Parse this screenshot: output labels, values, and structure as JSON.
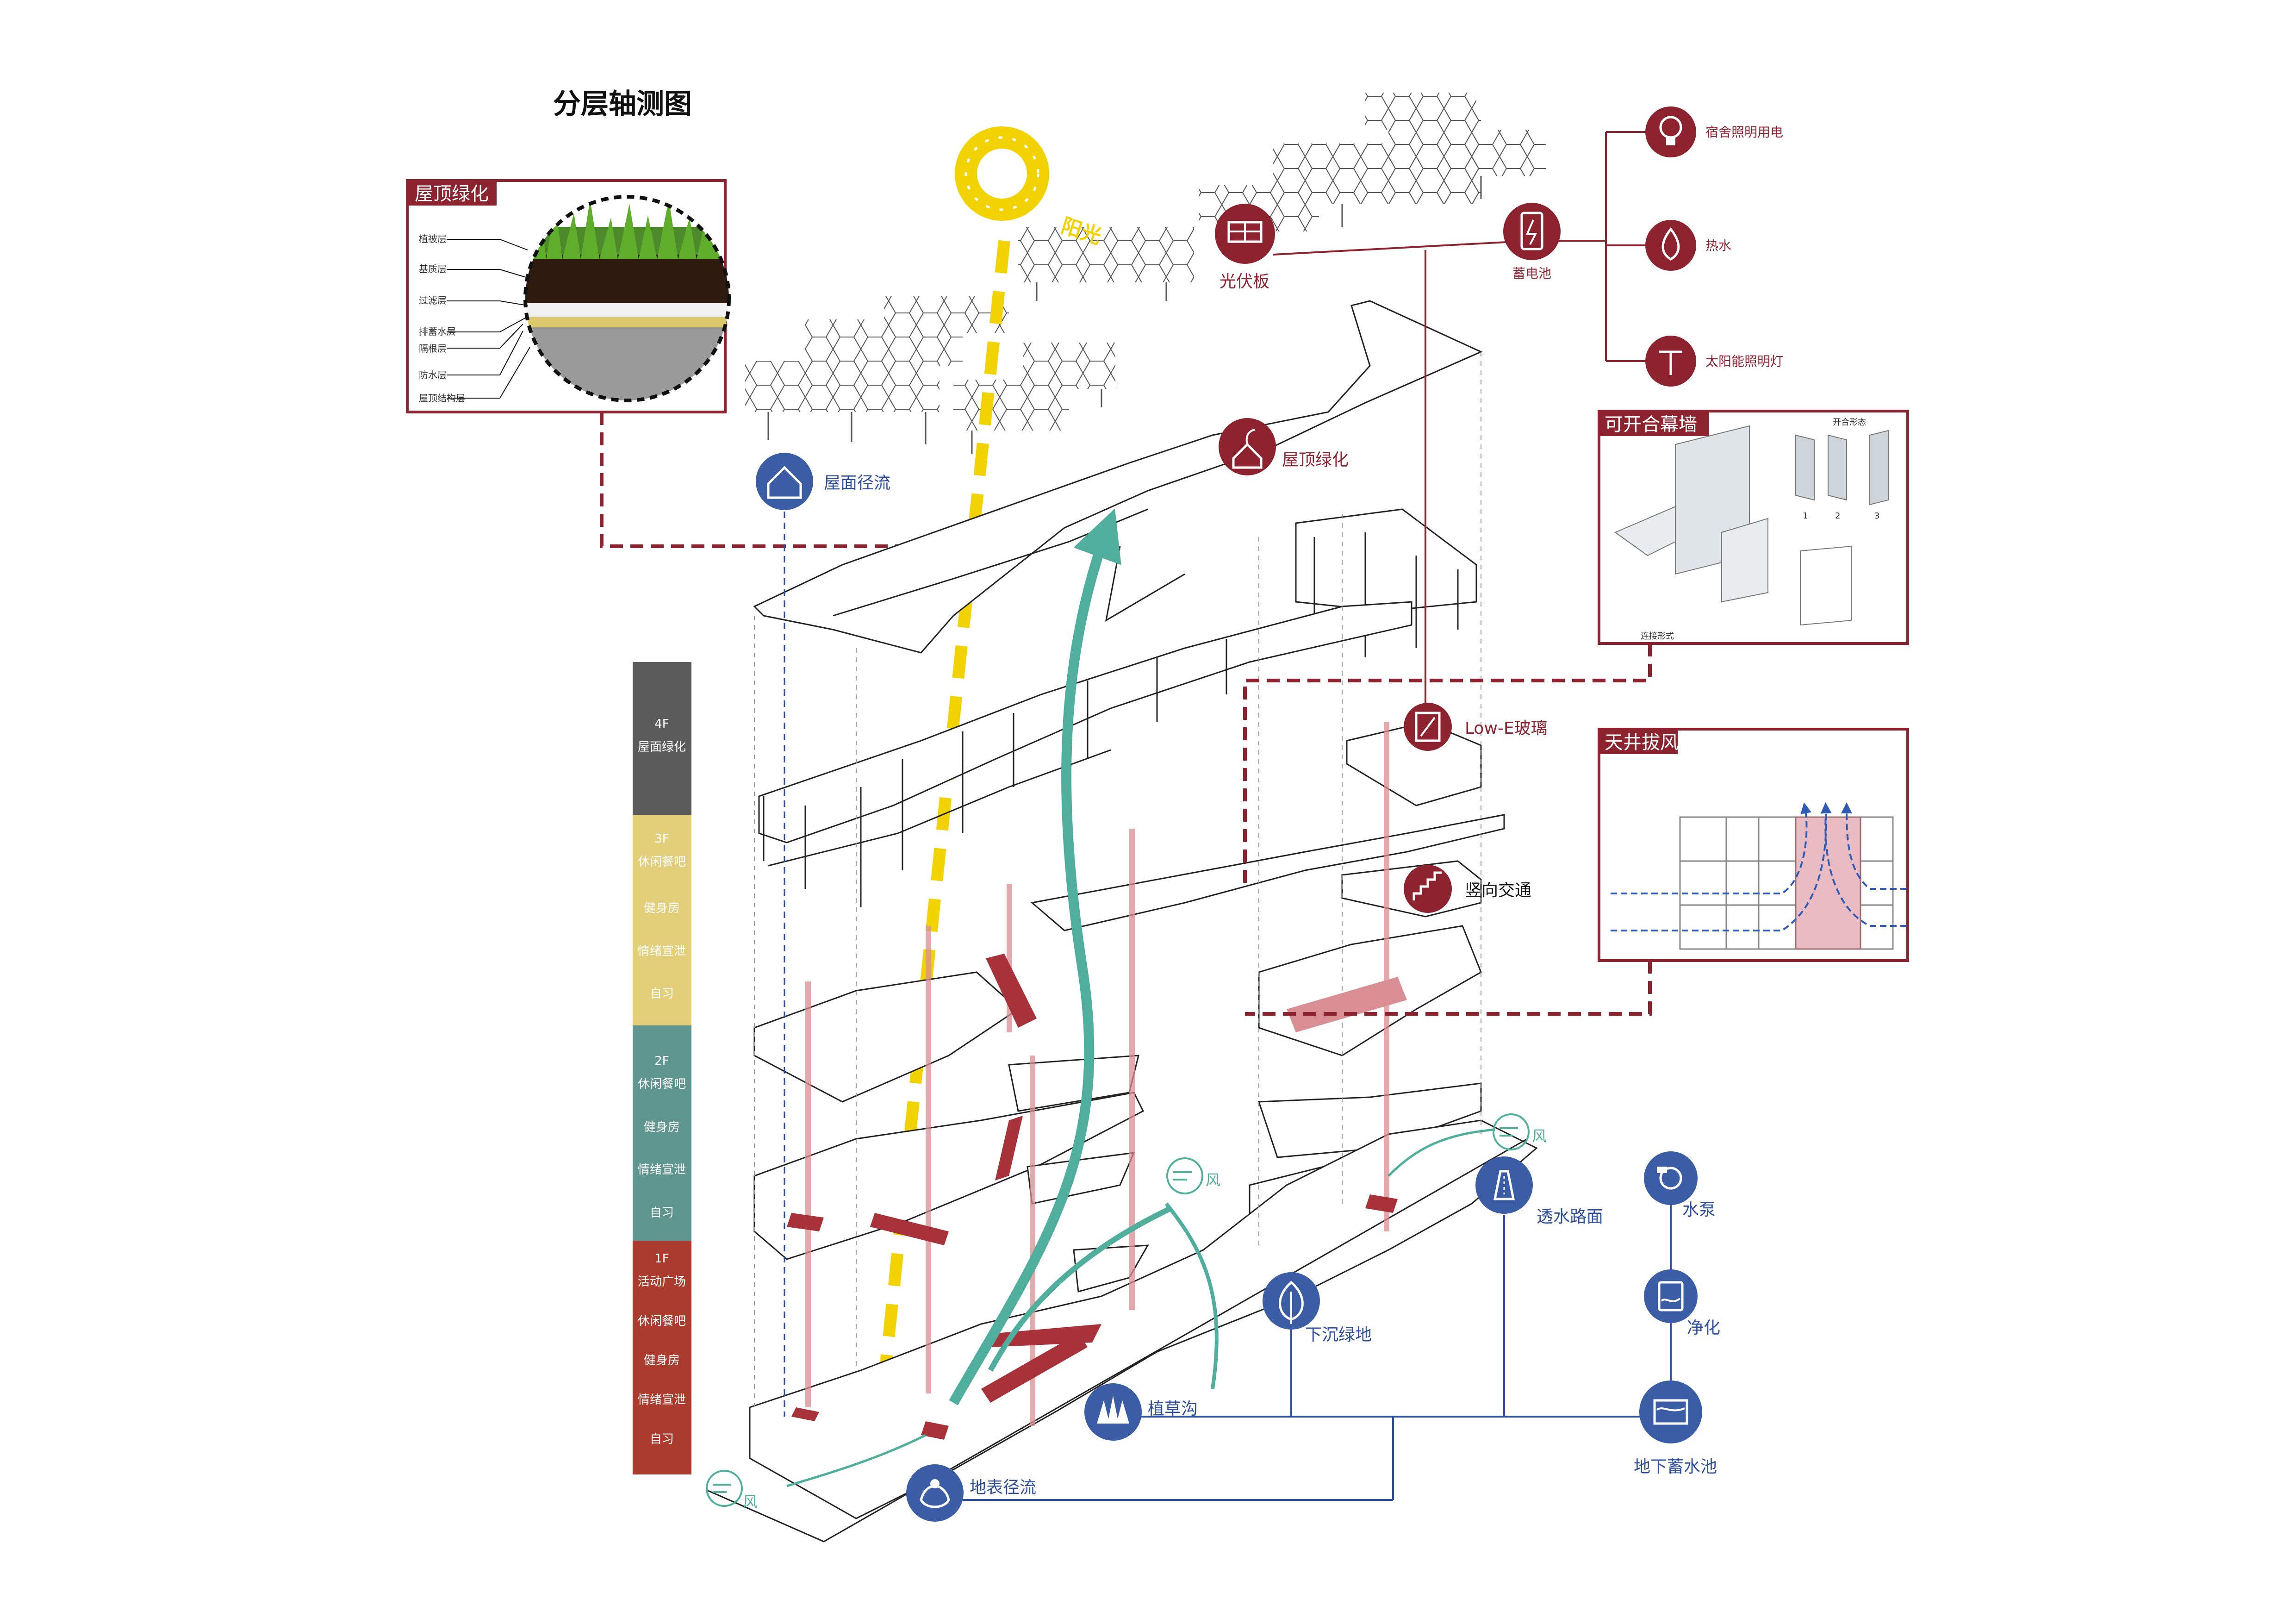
{
  "title": "分层轴测图",
  "floor_bar": [
    {
      "color": "#5b5b5b",
      "labels": [
        "4F",
        "屋面绿化"
      ]
    },
    {
      "color": "#e3cf79",
      "labels": [
        "3F",
        "休闲餐吧",
        "健身房",
        "情绪宣泄",
        "自习"
      ]
    },
    {
      "color": "#5f958f",
      "labels": [
        "2F",
        "休闲餐吧",
        "健身房",
        "情绪宣泄",
        "自习"
      ]
    },
    {
      "color": "#ab3b2c",
      "labels": [
        "1F",
        "活动广场",
        "休闲餐吧",
        "健身房",
        "情绪宣泄",
        "自习"
      ]
    }
  ],
  "roof_green_panel": {
    "title": "屋顶绿化",
    "layers": [
      "植被层",
      "基质层",
      "过滤层",
      "排蓄水层",
      "隔根层",
      "防水层",
      "屋顶结构层"
    ]
  },
  "curtain_wall_panel": {
    "title": "可开合幕墙",
    "sub_open": "开合形态",
    "sub_connect": "连接形式",
    "nums": [
      "1",
      "2",
      "3"
    ]
  },
  "atrium_panel": {
    "title": "天井拔风"
  },
  "labels": {
    "sunlight": "阳光",
    "pv": "光伏板",
    "battery": "蓄电池",
    "dorm_light": "宿舍照明用电",
    "hot_water": "热水",
    "solar_lamp": "太阳能照明灯",
    "roof_green": "屋顶绿化",
    "roof_runoff": "屋面径流",
    "low_e": "Low-E玻璃",
    "vertical": "竖向交通",
    "wind": "风",
    "permeable": "透水路面",
    "pump": "水泵",
    "purify": "净化",
    "sunken": "下沉绿地",
    "swale": "植草沟",
    "surface_runoff": "地表径流",
    "cistern": "地下蓄水池"
  },
  "colors": {
    "red": "#8e2330",
    "blue": "#2f4f9c",
    "teal": "#4fae9c",
    "yellow": "#f2d200"
  }
}
